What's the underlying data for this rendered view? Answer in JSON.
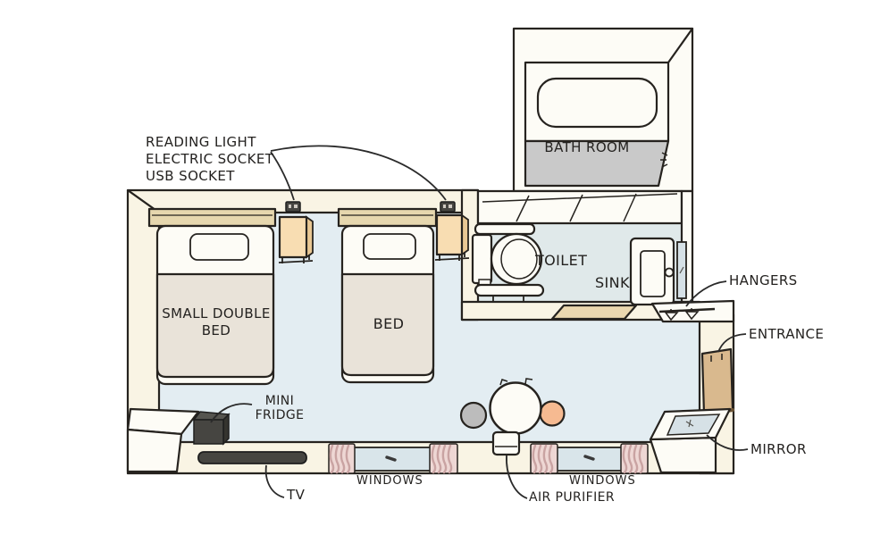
{
  "type": "hotel-room-floor-plan",
  "labels": {
    "amenity_callout": {
      "line1": "READING LIGHT",
      "line2": "ELECTRIC SOCKET",
      "line3": "USB SOCKET"
    },
    "bath_room": "BATH ROOM",
    "toilet": "TOILET",
    "sink": "SINK",
    "hangers": "HANGERS",
    "entrance": "ENTRANCE",
    "mirror": "MIRROR",
    "small_double_bed": "SMALL DOUBLE BED",
    "bed": "BED",
    "mini_fridge": "MINI FRIDGE",
    "tv": "TV",
    "windows_left": "WINDOWS",
    "windows_right": "WINDOWS",
    "air_purifier": "AIR PURIFIER"
  },
  "colors": {
    "background": "#ffffff",
    "outline": "#26231f",
    "wall": "#f9f4e4",
    "bedroom_floor": "#e3edf2",
    "toilet_floor": "#e0e9ea",
    "bathroom_floor": "#c9c9c9",
    "bed_blanket": "#e9e3d9",
    "headboard": "#e6d7ae",
    "nightstand": "#f8ddb2",
    "entry_mat": "#ead7af",
    "entrance_door": "#d9b98e",
    "curtain": "#eed7d4",
    "curtain_stripe": "#c9a3a2",
    "window_glass": "#d9e5ea",
    "mirror_glass": "#d6e1e6",
    "appliance_dark": "#464541",
    "stool_gray": "#bcbcbc",
    "stool_peach": "#f6ba91",
    "text": "#242220"
  }
}
